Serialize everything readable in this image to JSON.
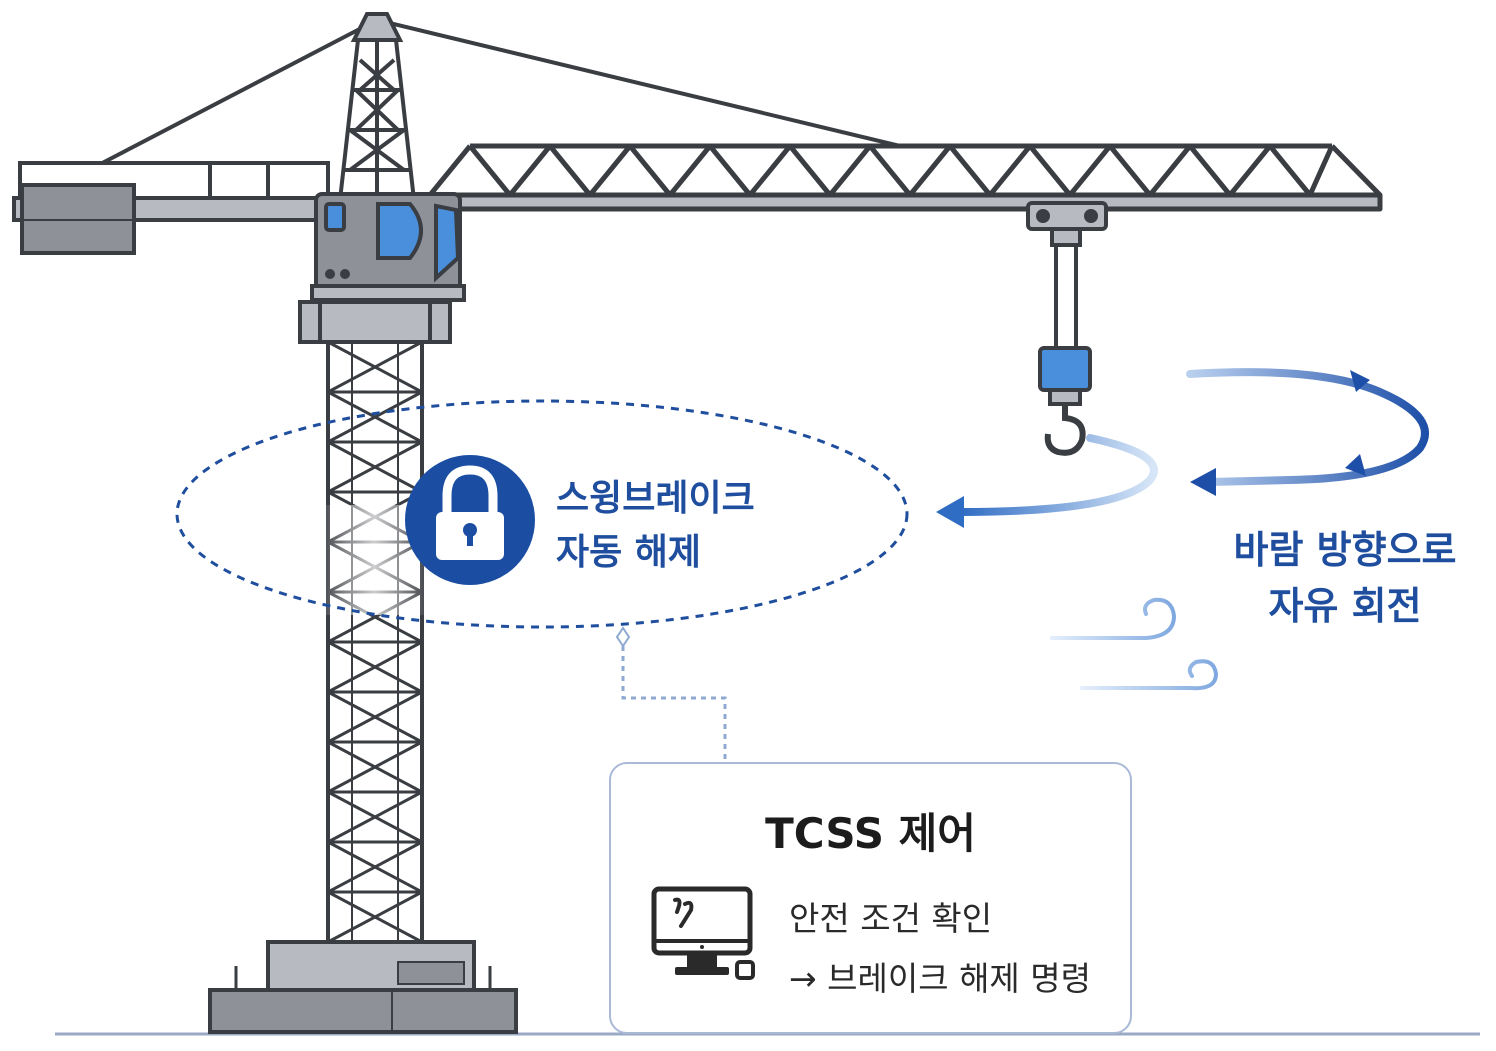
{
  "brake_label": {
    "line1": "스윙브레이크",
    "line2": "자동 해제"
  },
  "wind_label": {
    "line1": "바람 방향으로",
    "line2": "자유 회전"
  },
  "tcss_panel": {
    "title": "TCSS 제어",
    "line1": "안전 조건 확인",
    "line2": "→ 브레이크 해제 명령"
  },
  "colors": {
    "accent_blue": "#1f4e9e",
    "lock_blue": "#1b4ea2",
    "light_blue": "#8fb6e6",
    "steel": "#3a3d42",
    "steel_fill": "#8e9298",
    "cab_window": "#4a8fdc"
  }
}
